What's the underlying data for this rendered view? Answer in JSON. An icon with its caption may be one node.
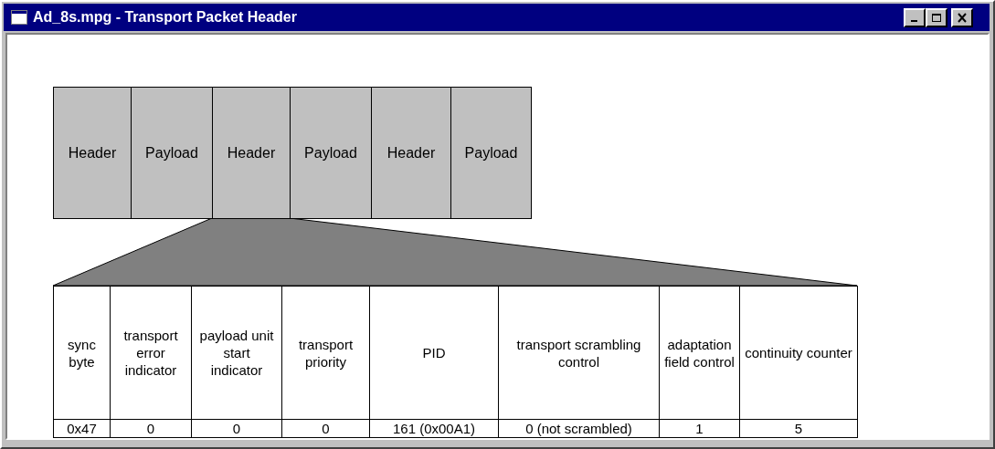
{
  "diagram": {
    "title": "Ad_8s.mpg - Transport Packet Header",
    "nodes": [
      {
        "text": [
          "Header"
        ]
      },
      {
        "text": [
          "Payload"
        ]
      },
      {
        "text": [
          "Header"
        ]
      },
      {
        "text": [
          "Payload"
        ]
      },
      {
        "text": [
          "Header"
        ]
      },
      {
        "text": [
          "Payload"
        ]
      },
      {
        "text": [],
        "shape": "trapezoid"
      }
    ],
    "labels": [
      "sync byte",
      "transport error indicator",
      "payload unit start indicator",
      "transport priority",
      "PID",
      "transport scrambling control",
      "adaptation field control",
      "continuity counter",
      "0x47",
      "0",
      "0",
      "0",
      "161 (0x00A1)",
      "0 (not scrambled)",
      "1",
      "5"
    ]
  }
}
